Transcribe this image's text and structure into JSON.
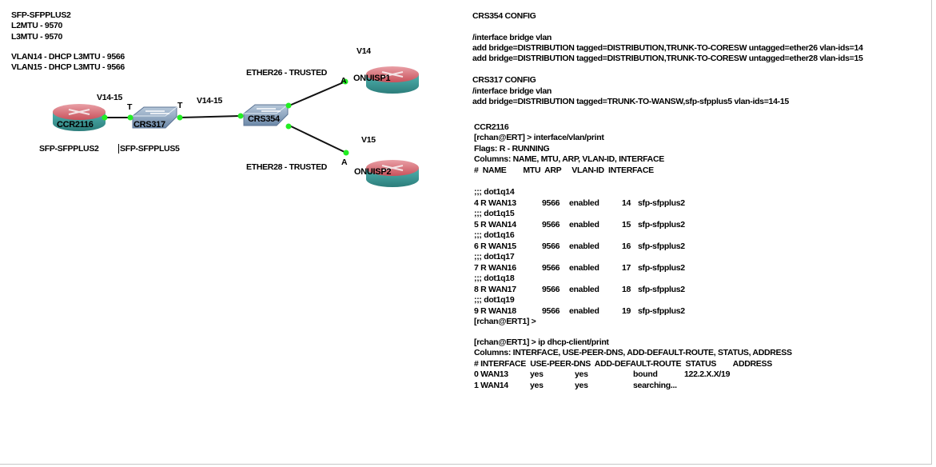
{
  "notes": {
    "lines": [
      "SFP-SFPPLUS2",
      "L2MTU - 9570",
      "L3MTU - 9570"
    ],
    "vlan_lines": [
      "VLAN14 - DHCP L3MTU - 9566",
      "VLAN15 - DHCP L3MTU - 9566"
    ]
  },
  "nodes": {
    "ccr2116": "CCR2116",
    "crs317": "CRS317",
    "crs354": "CRS354",
    "onuisp1": "ONUISP1",
    "onuisp2": "ONUISP2"
  },
  "link_labels": {
    "v1415_a": "V14-15",
    "v1415_b": "V14-15",
    "t1": "T",
    "t2": "T",
    "a1": "A",
    "a2": "A",
    "v14": "V14",
    "v15": "V15",
    "ether26": "ETHER26 - TRUSTED",
    "ether28": "ETHER28 - TRUSTED",
    "sfp2": "SFP-SFPPLUS2",
    "sfp5": "SFP-SFPPLUS5"
  },
  "config": {
    "crs354_title": "CRS354 CONFIG",
    "crs354_lines": [
      "/interface bridge vlan",
      "add bridge=DISTRIBUTION tagged=DISTRIBUTION,TRUNK-TO-CORESW untagged=ether26 vlan-ids=14",
      "add bridge=DISTRIBUTION tagged=DISTRIBUTION,TRUNK-TO-CORESW untagged=ether28 vlan-ids=15"
    ],
    "crs317_title": "CRS317 CONFIG",
    "crs317_lines": [
      "/interface bridge vlan",
      "add bridge=DISTRIBUTION tagged=TRUNK-TO-WANSW,sfp-sfpplus5 vlan-ids=14-15"
    ]
  },
  "ccr": {
    "title": "CCR2116",
    "cmd": "[rchan@ERT] > interface/vlan/print",
    "flags": "Flags: R - RUNNING",
    "columns": "Columns: NAME, MTU, ARP, VLAN-ID, INTERFACE",
    "header": "#  NAME        MTU  ARP     VLAN-ID  INTERFACE",
    "rows": [
      {
        "comment": ";;; dot1q14",
        "name": "4 R WAN13",
        "mtu": "9566",
        "arp": "enabled",
        "vid": "14",
        "iface": "sfp-sfpplus2"
      },
      {
        "comment": ";;; dot1q15",
        "name": "5 R WAN14",
        "mtu": "9566",
        "arp": "enabled",
        "vid": "15",
        "iface": "sfp-sfpplus2"
      },
      {
        "comment": ";;; dot1q16",
        "name": "6 R WAN15",
        "mtu": "9566",
        "arp": "enabled",
        "vid": "16",
        "iface": "sfp-sfpplus2"
      },
      {
        "comment": ";;; dot1q17",
        "name": "7 R WAN16",
        "mtu": "9566",
        "arp": "enabled",
        "vid": "17",
        "iface": "sfp-sfpplus2"
      },
      {
        "comment": ";;; dot1q18",
        "name": "8 R WAN17",
        "mtu": "9566",
        "arp": "enabled",
        "vid": "18",
        "iface": "sfp-sfpplus2"
      },
      {
        "comment": ";;; dot1q19",
        "name": "9 R WAN18",
        "mtu": "9566",
        "arp": "enabled",
        "vid": "19",
        "iface": "sfp-sfpplus2"
      }
    ],
    "prompt": "[rchan@ERT1] >",
    "dhcp_cmd": "[rchan@ERT1] > ip dhcp-client/print",
    "dhcp_columns": "Columns: INTERFACE, USE-PEER-DNS, ADD-DEFAULT-ROUTE, STATUS, ADDRESS",
    "dhcp_header": "# INTERFACE  USE-PEER-DNS  ADD-DEFAULT-ROUTE  STATUS        ADDRESS",
    "dhcp_rows": [
      {
        "iface": "0 WAN13",
        "dns": "yes",
        "route": "yes",
        "status": "bound",
        "address": "122.2.X.X/19"
      },
      {
        "iface": "1 WAN14",
        "dns": "yes",
        "route": "yes",
        "status": "searching...",
        "address": ""
      }
    ]
  },
  "colors": {
    "router_top": "#d8707a",
    "router_side": "#3d9a98",
    "switch": "#8aa4c0",
    "port": "#22ee22"
  }
}
